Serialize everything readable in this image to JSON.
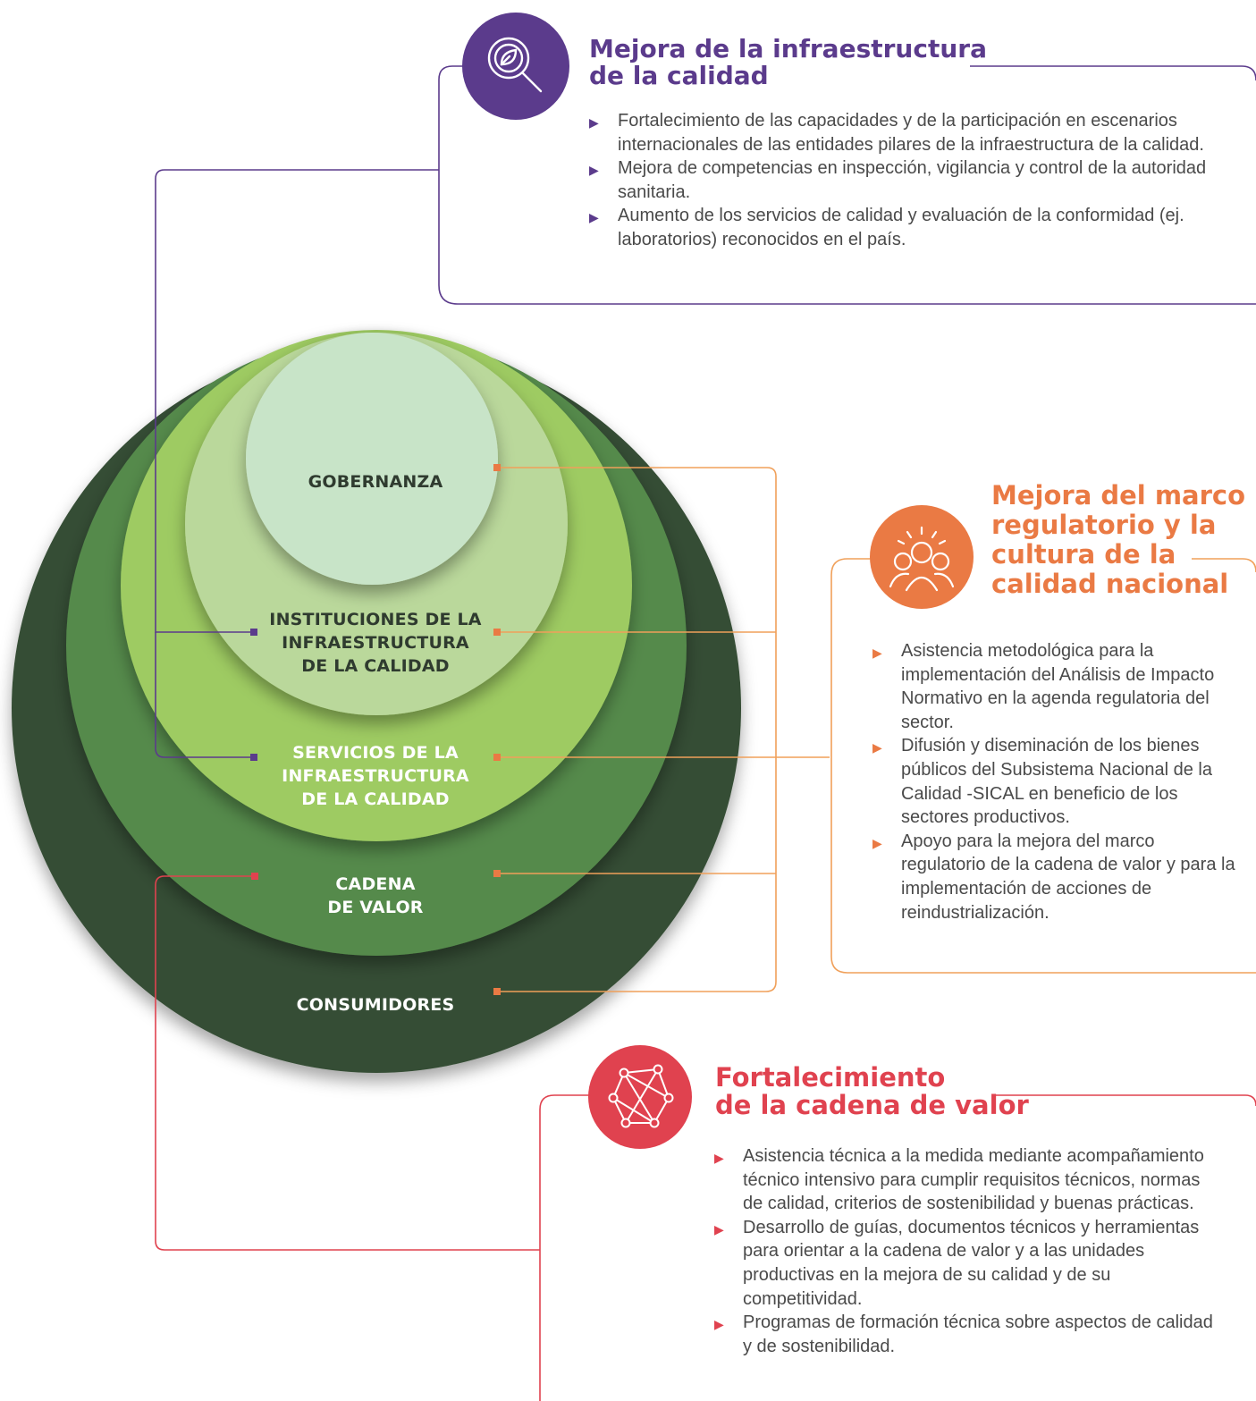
{
  "rings": {
    "gobernanza": "GOBERNANZA",
    "instituciones": [
      "INSTITUCIONES DE LA",
      "INFRAESTRUCTURA",
      "DE LA CALIDAD"
    ],
    "servicios": [
      "SERVICIOS DE LA",
      "INFRAESTRUCTURA",
      "DE LA CALIDAD"
    ],
    "cadena": [
      "CADENA",
      "DE VALOR"
    ],
    "consumidores": "CONSUMIDORES"
  },
  "panels": {
    "infraestructura": {
      "title": [
        "Mejora de la infraestructura",
        "de la calidad"
      ],
      "color": "#5b3b8c",
      "icon": "magnifier-leaf-icon",
      "bullets": [
        "Fortalecimiento de las capacidades y de la participación en escenarios internacionales de las entidades pilares de la infraestructura de la calidad.",
        "Mejora de competencias en inspección, vigilancia y control de la autoridad sanitaria.",
        "Aumento de los servicios de calidad y evaluación de la conformidad (ej. laboratorios) reconocidos en el país."
      ]
    },
    "regulatorio": {
      "title": [
        "Mejora del marco",
        "regulatorio y la",
        "cultura de la",
        "calidad nacional"
      ],
      "color": "#ea7a44",
      "icon": "people-group-icon",
      "bullets": [
        "Asistencia metodológica para la implementación del Análisis de Impacto Normativo en la agenda regulatoria del sector.",
        "Difusión y diseminación de los bienes públicos del Subsistema Nacional de la Calidad -SICAL en beneficio de los sectores productivos.",
        "Apoyo para la mejora del marco regulatorio de la cadena de valor y para la implementación de acciones de reindustrialización."
      ]
    },
    "cadena": {
      "title": [
        "Fortalecimiento",
        "de la cadena de valor"
      ],
      "color": "#e0424f",
      "icon": "network-nodes-icon",
      "bullets": [
        "Asistencia técnica a la medida mediante acompañamiento técnico intensivo para cumplir requisitos técnicos, normas de calidad, criterios de sostenibilidad y buenas prácticas.",
        "Desarrollo de guías, documentos técnicos y herramientas para orientar a la cadena de valor y a las unidades productivas en la mejora de su calidad y de su competitividad.",
        "Programas de formación técnica sobre aspectos de calidad y de sostenibilidad."
      ]
    }
  }
}
